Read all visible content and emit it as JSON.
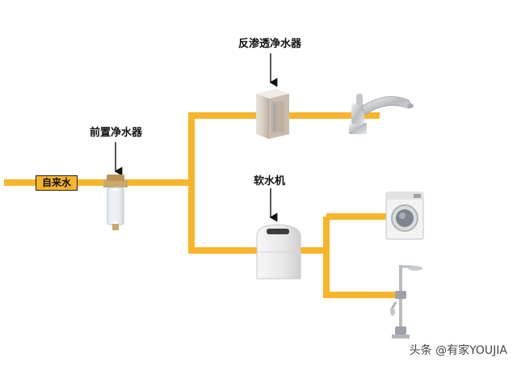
{
  "labels": {
    "ro_purifier": "反渗透净水器",
    "pre_filter": "前置净水器",
    "softener": "软水机",
    "tap_water": "自来水"
  },
  "watermark": "头条 @有家YOUJIA",
  "colors": {
    "pipe": "#f7b52a",
    "arrow": "#111111",
    "background": "#ffffff"
  }
}
